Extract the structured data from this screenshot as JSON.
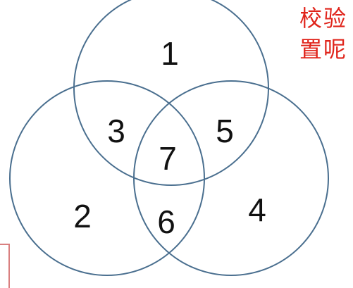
{
  "colors": {
    "circle_stroke": "#4a6f8f",
    "label_text": "#111111",
    "side_text": "#e0241b",
    "frame_fragment": "#d98080"
  },
  "venn": {
    "regions": [
      {
        "key": "top_only",
        "label": "1"
      },
      {
        "key": "left_only",
        "label": "2"
      },
      {
        "key": "top_left",
        "label": "3"
      },
      {
        "key": "right_only",
        "label": "4"
      },
      {
        "key": "top_right",
        "label": "5"
      },
      {
        "key": "left_right",
        "label": "6"
      },
      {
        "key": "all_three",
        "label": "7"
      }
    ]
  },
  "side_text": {
    "line1": "校验",
    "line2": "置呢"
  }
}
